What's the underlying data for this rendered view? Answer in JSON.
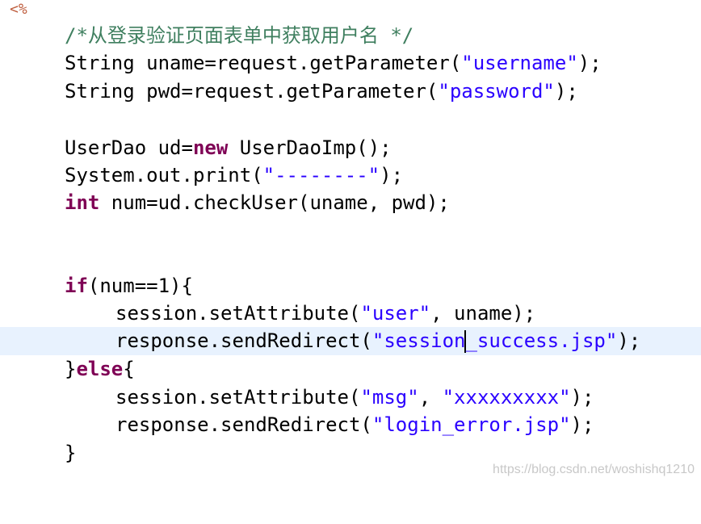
{
  "jsp_tag": "<%",
  "code": {
    "comment": "/*从登录验证页面表单中获取用户名 */",
    "l2_pre": "String uname=request.getParameter(",
    "l2_str": "\"username\"",
    "l2_post": ");",
    "l3_pre": "String pwd=request.getParameter(",
    "l3_str": "\"password\"",
    "l3_post": ");",
    "l5_pre": "UserDao ud=",
    "l5_kw": "new",
    "l5_post": " UserDaoImp();",
    "l6_pre": "System.out.print(",
    "l6_str": "\"--------\"",
    "l6_post": ");",
    "l7_kw": "int",
    "l7_post": " num=ud.checkUser(uname, pwd);",
    "l10_kw": "if",
    "l10_post": "(num==1){",
    "l11_pre": "session.setAttribute(",
    "l11_str": "\"user\"",
    "l11_post": ", uname);",
    "l12_pre": "response.sendRedirect(",
    "l12_str_a": "\"session",
    "l12_str_b": "_success.jsp\"",
    "l12_post": ");",
    "l13_pre": "}",
    "l13_kw": "else",
    "l13_post": "{",
    "l14_pre": "session.setAttribute(",
    "l14_str1": "\"msg\"",
    "l14_mid": ", ",
    "l14_str2": "\"xxxxxxxxx\"",
    "l14_post": ");",
    "l15_pre": "response.sendRedirect(",
    "l15_str": "\"login_error.jsp\"",
    "l15_post": ");",
    "l16": "}"
  },
  "watermark": "https://blog.csdn.net/woshishq1210"
}
